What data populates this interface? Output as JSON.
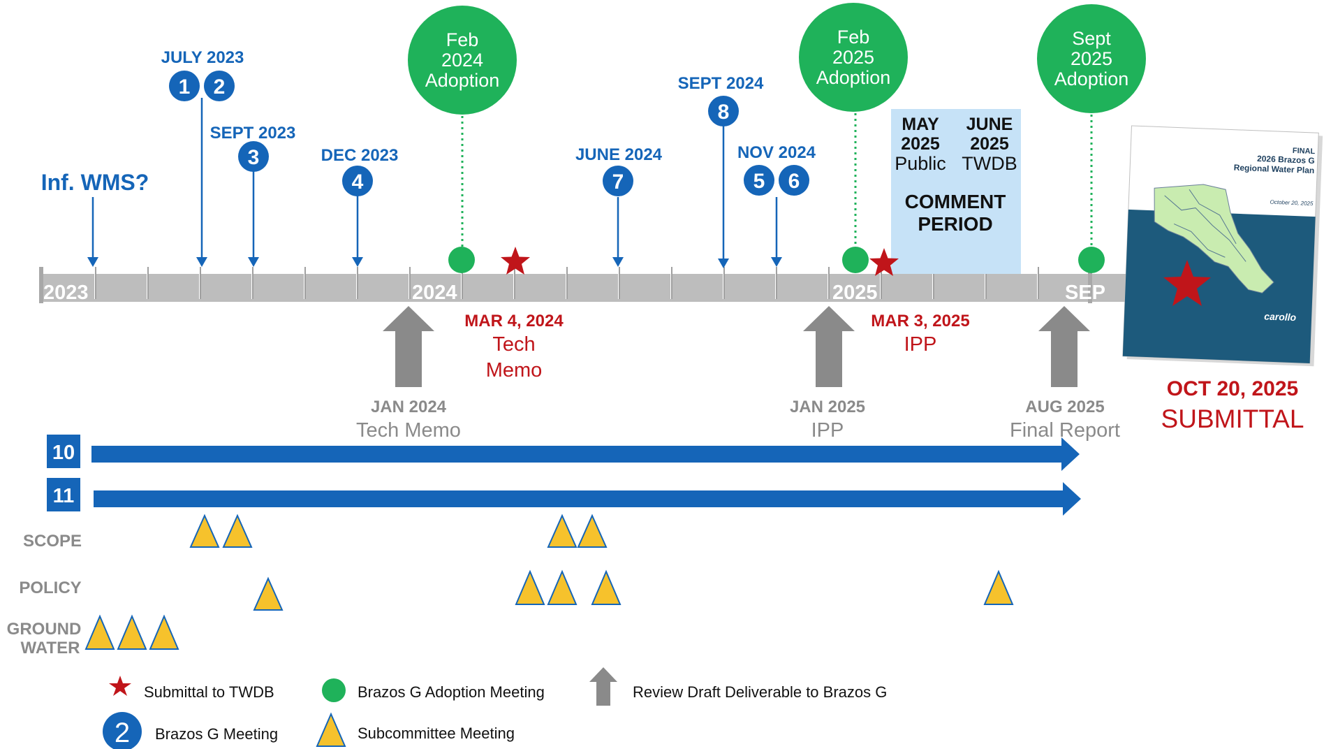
{
  "colors": {
    "blue": "#1565b8",
    "green": "#1fb25a",
    "red": "#c0151a",
    "gray": "#bdbdbd",
    "dark_gray": "#8a8a8a",
    "yellow": "#f6c22c",
    "light_blue": "#c6e2f7"
  },
  "axis": {
    "labels": [
      "2023",
      "2024",
      "2025",
      "SEP"
    ]
  },
  "top_labels": {
    "inf_wms": "Inf. WMS?",
    "july_2023": "JULY 2023",
    "sept_2023": "SEPT 2023",
    "dec_2023": "DEC 2023",
    "june_2024": "JUNE 2024",
    "sept_2024": "SEPT 2024",
    "nov_2024": "NOV 2024"
  },
  "meetings": [
    "1",
    "2",
    "3",
    "4",
    "5",
    "6",
    "7",
    "8"
  ],
  "adoptions": [
    {
      "line1": "Feb",
      "line2": "2024",
      "line3": "Adoption"
    },
    {
      "line1": "Feb",
      "line2": "2025",
      "line3": "Adoption"
    },
    {
      "line1": "Sept",
      "line2": "2025",
      "line3": "Adoption"
    }
  ],
  "comment_box": {
    "may_line1": "MAY",
    "may_line2": "2025",
    "may_line3": "Public",
    "june_line1": "JUNE",
    "june_line2": "2025",
    "june_line3": "TWDB",
    "comment1": "COMMENT",
    "comment2": "PERIOD"
  },
  "submittals": [
    {
      "date": "MAR 4, 2024",
      "line1": "Tech",
      "line2": "Memo"
    },
    {
      "date": "MAR 3, 2025",
      "line1": "IPP",
      "line2": ""
    }
  ],
  "drafts": [
    {
      "date": "JAN 2024",
      "label": "Tech Memo"
    },
    {
      "date": "JAN 2025",
      "label": "IPP"
    },
    {
      "date": "AUG 2025",
      "label": "Final Report"
    }
  ],
  "final_submittal": {
    "date": "OCT 20, 2025",
    "label": "SUBMITTAL"
  },
  "report_cover": {
    "line1": "FINAL",
    "line2": "2026 Brazos G",
    "line3": "Regional Water Plan",
    "date": "October 20, 2025",
    "logo": "carollo"
  },
  "task_bars": [
    "10",
    "11"
  ],
  "subcommittees": {
    "scope": "SCOPE",
    "policy": "POLICY",
    "ground_line1": "GROUND",
    "ground_line2": "WATER"
  },
  "legend": {
    "submittal": "Submittal to TWDB",
    "adoption": "Brazos G Adoption Meeting",
    "review": "Review Draft Deliverable to Brazos G",
    "meeting_number": "2",
    "meeting": "Brazos G Meeting",
    "subcommittee": "Subcommittee Meeting"
  }
}
